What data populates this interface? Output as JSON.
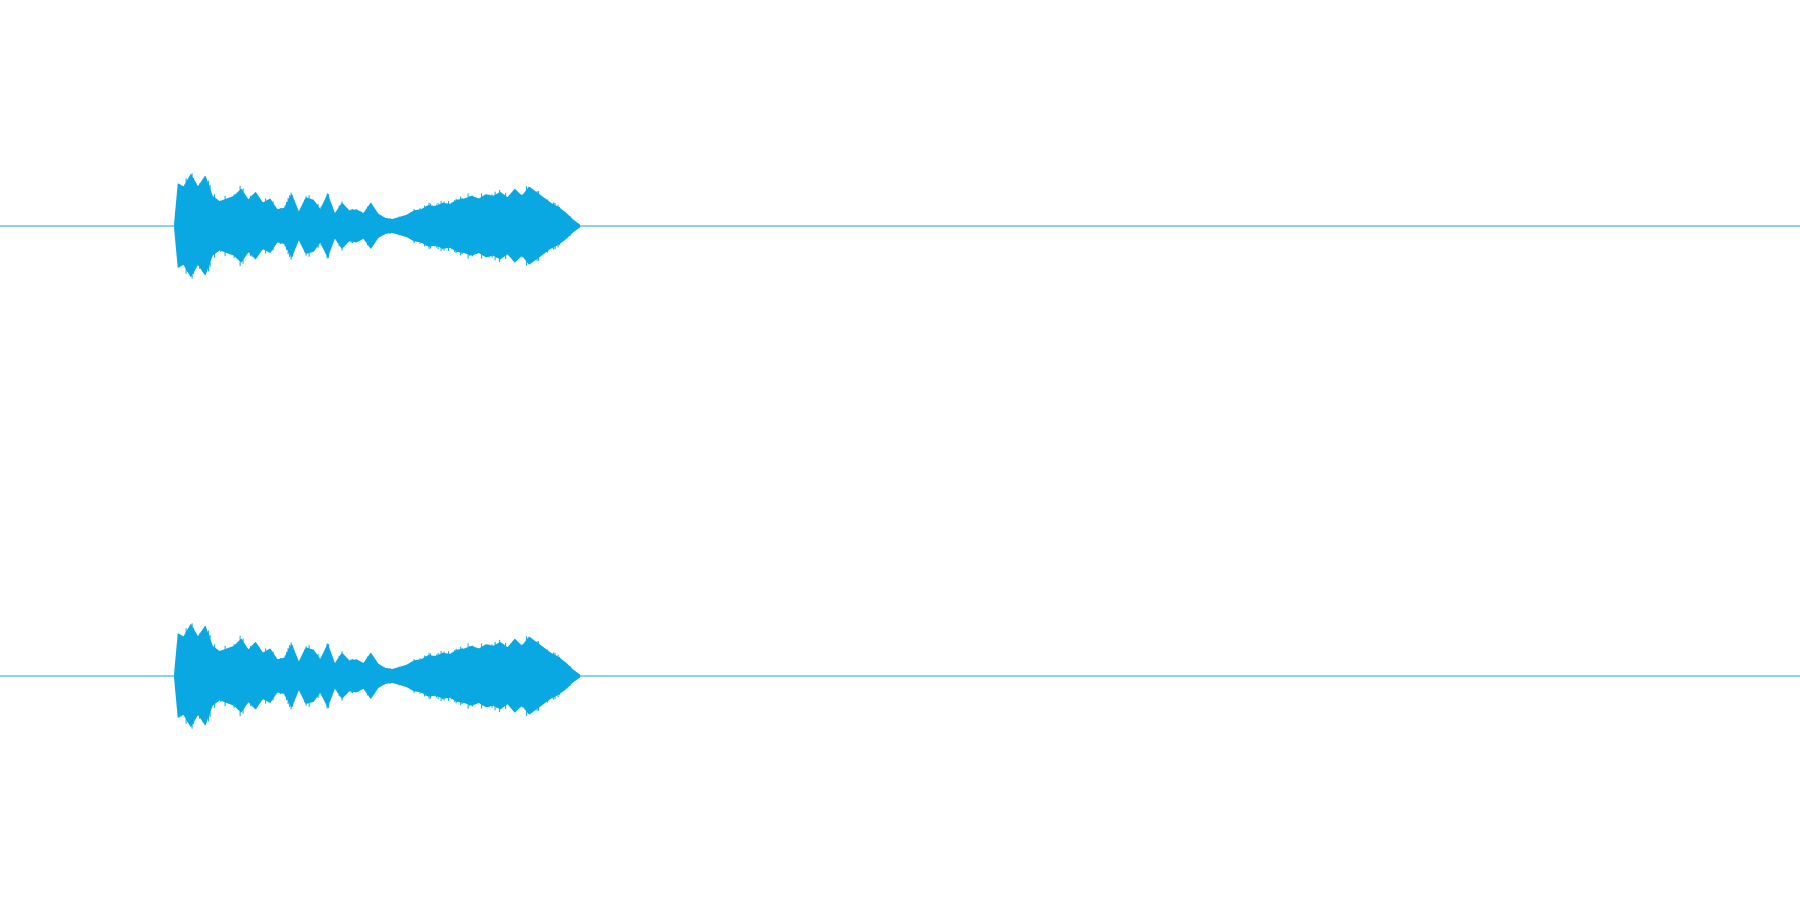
{
  "colors": {
    "background": "#ffffff",
    "waveform": "#0aa8e2",
    "baseline": "#1aa3d9"
  },
  "chart_data": {
    "type": "area",
    "title": "",
    "xlabel": "",
    "ylabel": "",
    "xlim": [
      0,
      1.0
    ],
    "ylim": [
      -1,
      1
    ],
    "grid": false,
    "legend": "none",
    "series": [
      {
        "channel": 1,
        "x": [
          0.097,
          0.099,
          0.102,
          0.106,
          0.11,
          0.114,
          0.118,
          0.122,
          0.126,
          0.13,
          0.134,
          0.138,
          0.142,
          0.146,
          0.15,
          0.154,
          0.158,
          0.162,
          0.166,
          0.17,
          0.174,
          0.178,
          0.182,
          0.186,
          0.19,
          0.194,
          0.198,
          0.202,
          0.206,
          0.21,
          0.214,
          0.218,
          0.222,
          0.226,
          0.23,
          0.234,
          0.238,
          0.242,
          0.246,
          0.25,
          0.254,
          0.258,
          0.262,
          0.266,
          0.27,
          0.274,
          0.278,
          0.282,
          0.286,
          0.29,
          0.294,
          0.298,
          0.302,
          0.306,
          0.31,
          0.314,
          0.318,
          0.322
        ],
        "amplitude": [
          0.05,
          0.78,
          0.72,
          0.95,
          0.72,
          0.92,
          0.55,
          0.45,
          0.5,
          0.55,
          0.68,
          0.48,
          0.62,
          0.42,
          0.5,
          0.3,
          0.33,
          0.58,
          0.25,
          0.52,
          0.48,
          0.3,
          0.58,
          0.22,
          0.42,
          0.28,
          0.3,
          0.23,
          0.42,
          0.22,
          0.14,
          0.12,
          0.16,
          0.2,
          0.28,
          0.3,
          0.38,
          0.36,
          0.42,
          0.4,
          0.48,
          0.5,
          0.55,
          0.5,
          0.58,
          0.55,
          0.62,
          0.52,
          0.68,
          0.55,
          0.72,
          0.62,
          0.52,
          0.42,
          0.35,
          0.25,
          0.12,
          0.02
        ]
      },
      {
        "channel": 2,
        "x": [
          0.097,
          0.099,
          0.102,
          0.106,
          0.11,
          0.114,
          0.118,
          0.122,
          0.126,
          0.13,
          0.134,
          0.138,
          0.142,
          0.146,
          0.15,
          0.154,
          0.158,
          0.162,
          0.166,
          0.17,
          0.174,
          0.178,
          0.182,
          0.186,
          0.19,
          0.194,
          0.198,
          0.202,
          0.206,
          0.21,
          0.214,
          0.218,
          0.222,
          0.226,
          0.23,
          0.234,
          0.238,
          0.242,
          0.246,
          0.25,
          0.254,
          0.258,
          0.262,
          0.266,
          0.27,
          0.274,
          0.278,
          0.282,
          0.286,
          0.29,
          0.294,
          0.298,
          0.302,
          0.306,
          0.31,
          0.314,
          0.318,
          0.322
        ],
        "amplitude": [
          0.05,
          0.78,
          0.72,
          0.95,
          0.72,
          0.92,
          0.55,
          0.45,
          0.5,
          0.55,
          0.68,
          0.48,
          0.62,
          0.42,
          0.5,
          0.3,
          0.33,
          0.58,
          0.25,
          0.52,
          0.48,
          0.3,
          0.58,
          0.22,
          0.42,
          0.28,
          0.3,
          0.23,
          0.42,
          0.22,
          0.14,
          0.12,
          0.16,
          0.2,
          0.28,
          0.3,
          0.38,
          0.36,
          0.42,
          0.4,
          0.48,
          0.5,
          0.55,
          0.5,
          0.58,
          0.55,
          0.62,
          0.52,
          0.68,
          0.55,
          0.72,
          0.62,
          0.52,
          0.42,
          0.35,
          0.25,
          0.12,
          0.02
        ]
      }
    ]
  }
}
